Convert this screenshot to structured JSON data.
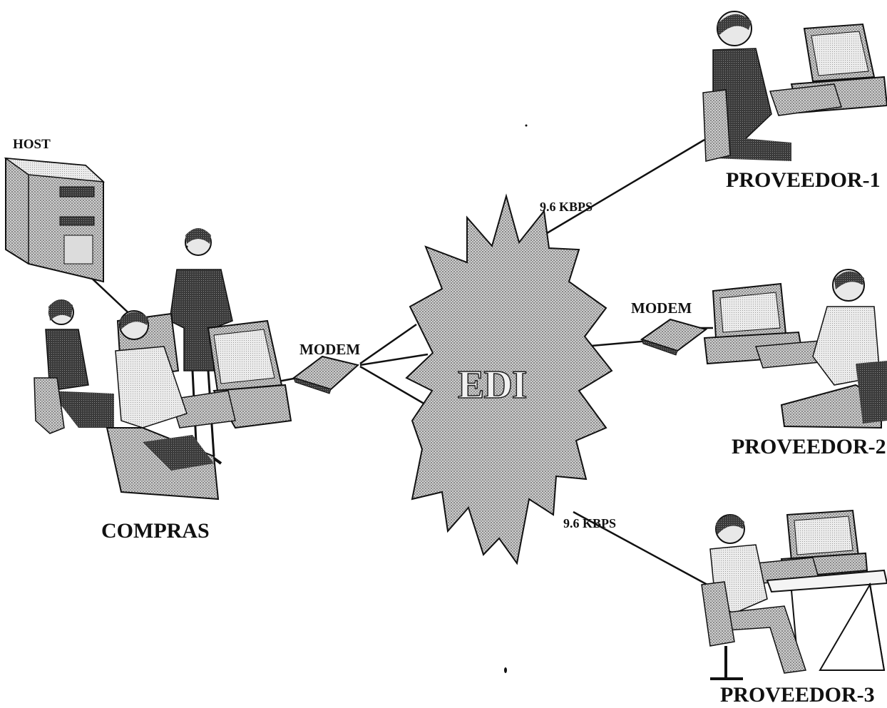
{
  "diagram": {
    "center": {
      "label": "EDI"
    },
    "buyer": {
      "label": "COMPRAS",
      "host_label": "HOST",
      "modem_label": "MODEM"
    },
    "suppliers": [
      {
        "label": "PROVEEDOR-1",
        "link_label": "9.6 KBPS"
      },
      {
        "label": "PROVEEDOR-2",
        "modem_label": "MODEM"
      },
      {
        "label": "PROVEEDOR-3",
        "link_label": "9.6 KBPS"
      }
    ]
  },
  "colors": {
    "ink": "#111111",
    "halftone_light": "#bdbdbd",
    "halftone_dark": "#4a4a4a"
  }
}
